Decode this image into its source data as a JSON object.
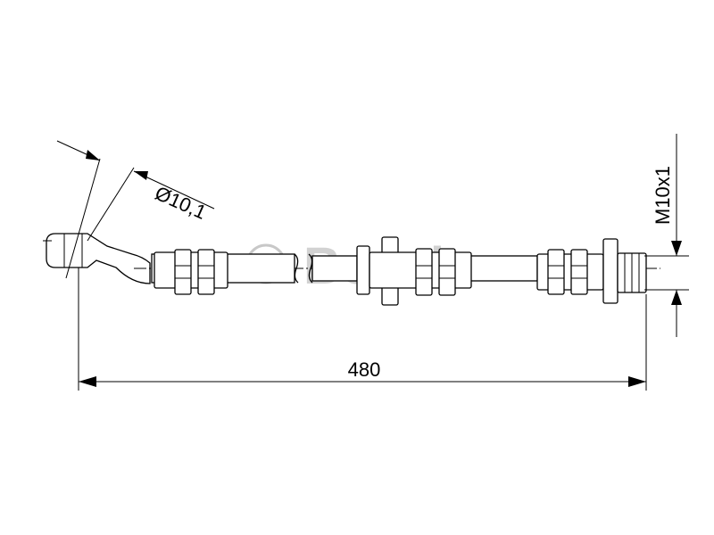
{
  "drawing": {
    "dimensions": {
      "length": "480",
      "diameter": "Ø10,1",
      "thread": "M10x1"
    },
    "watermark": "© Bosch"
  }
}
